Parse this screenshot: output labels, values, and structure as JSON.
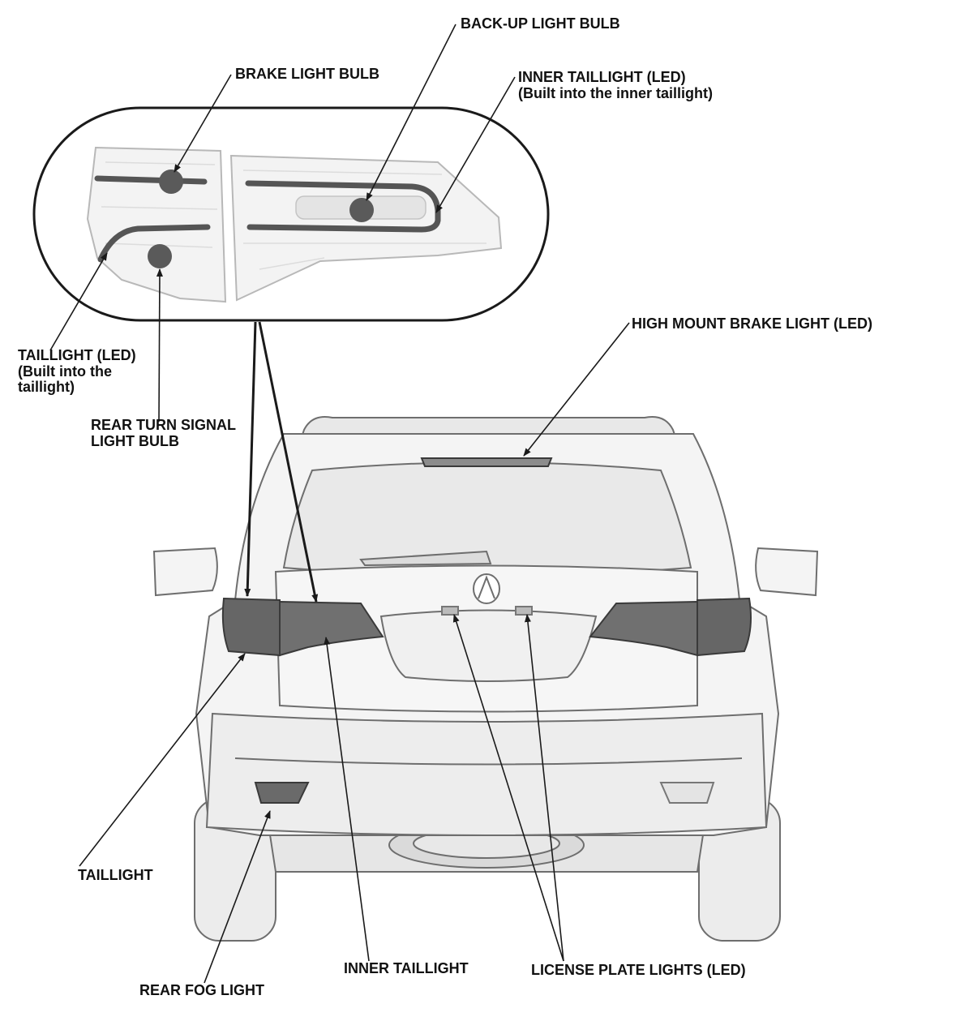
{
  "labels": {
    "backup_light_bulb": "BACK-UP LIGHT BULB",
    "brake_light_bulb": "BRAKE LIGHT BULB",
    "inner_taillight_led_line1": "INNER TAILLIGHT (LED)",
    "inner_taillight_led_line2": "(Built into the inner taillight)",
    "high_mount_brake_light": "HIGH MOUNT BRAKE LIGHT (LED)",
    "taillight_led_line1": "TAILLIGHT (LED)",
    "taillight_led_line2": "(Built into the",
    "taillight_led_line3": "taillight)",
    "rear_turn_signal_line1": "REAR TURN SIGNAL",
    "rear_turn_signal_line2": "LIGHT BULB",
    "taillight": "TAILLIGHT",
    "inner_taillight": "INNER TAILLIGHT",
    "license_plate_lights": "LICENSE PLATE LIGHTS (LED)",
    "rear_fog_light": "REAR FOG LIGHT"
  },
  "colors": {
    "outline": "#1a1a1a",
    "body_fill": "#f2f2f2",
    "light_fill": "#6a6a6a",
    "bulb_fill": "#5a5a5a"
  }
}
